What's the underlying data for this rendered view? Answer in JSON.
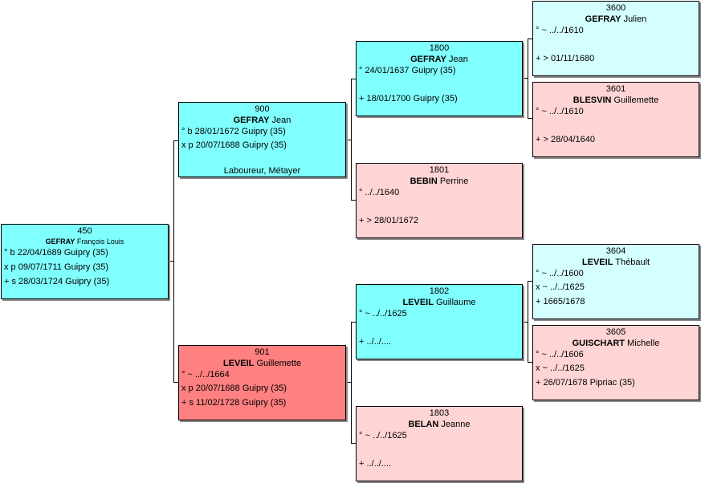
{
  "persons": {
    "p450": {
      "num": "450",
      "surname": "GEFRAY",
      "given": "François Louis",
      "events": [
        "° b 22/04/1689 Guipry (35)",
        "x p 09/07/1711 Guipry (35)",
        "+ s 28/03/1724 Guipry (35)"
      ]
    },
    "p900": {
      "num": "900",
      "surname": "GEFRAY",
      "given": "Jean",
      "events": [
        "° b 28/01/1672 Guipry (35)",
        "x p 20/07/1688 Guipry (35)"
      ],
      "occupation": "Laboureur, Métayer"
    },
    "p901": {
      "num": "901",
      "surname": "LEVEIL",
      "given": "Guillemette",
      "events": [
        "° ~ ../../1664",
        "x p 20/07/1688 Guipry (35)",
        "+ s 11/02/1728 Guipry (35)"
      ]
    },
    "p1800": {
      "num": "1800",
      "surname": "GEFRAY",
      "given": "Jean",
      "events": [
        "° 24/01/1637 Guipry (35)",
        "+ 18/01/1700 Guipry (35)"
      ]
    },
    "p1801": {
      "num": "1801",
      "surname": "BEBIN",
      "given": "Perrine",
      "events": [
        "° ../../1640",
        "+ > 28/01/1672"
      ]
    },
    "p1802": {
      "num": "1802",
      "surname": "LEVEIL",
      "given": "Guillaume",
      "events": [
        "° ~ ../../1625",
        "+ ../../...."
      ]
    },
    "p1803": {
      "num": "1803",
      "surname": "BELAN",
      "given": "Jeanne",
      "events": [
        "° ~ ../../1625",
        "+ ../../...."
      ]
    },
    "p3600": {
      "num": "3600",
      "surname": "GEFRAY",
      "given": "Julien",
      "events": [
        "° ~ ../../1610",
        "+ > 01/11/1680"
      ]
    },
    "p3601": {
      "num": "3601",
      "surname": "BLESVIN",
      "given": "Guillemette",
      "events": [
        "° ~ ../../1610",
        "+ > 28/04/1640"
      ]
    },
    "p3604": {
      "num": "3604",
      "surname": "LEVEIL",
      "given": "Thébault",
      "events": [
        "° ~ ../../1600",
        "x ~ ../../1625",
        "+ 1665/1678"
      ]
    },
    "p3605": {
      "num": "3605",
      "surname": "GUISCHART",
      "given": "Michelle",
      "events": [
        "° ~ ../../1606",
        "x ~ ../../1625",
        "+ 26/07/1678 Pipriac (35)"
      ]
    }
  }
}
